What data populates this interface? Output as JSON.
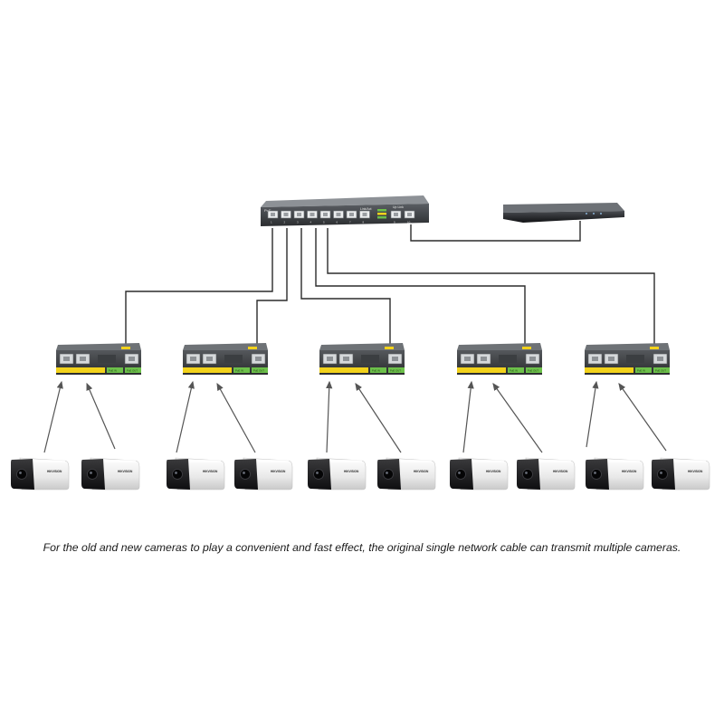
{
  "main_switch": {
    "poe_label": "PoE",
    "link_label": "Link/Act",
    "uplink_label": "Up Link",
    "port_labels": [
      "1",
      "2",
      "3",
      "4",
      "5",
      "6",
      "7",
      "8",
      "9",
      "10"
    ],
    "led_labels": [
      "PWR",
      "LINK",
      "POE"
    ]
  },
  "nvr": {
    "led_count": 3
  },
  "extenders": {
    "count": 5,
    "labels": [
      "PoE IN",
      "PoE OUT"
    ]
  },
  "cameras": {
    "count": 10,
    "brand_text": "HIKVISION"
  },
  "colors": {
    "cable": "#2b2b2b",
    "arrow": "#555555",
    "extender_body": "#2a2c2e",
    "extender_yellow": "#f2d21b",
    "extender_green": "#6cc04a",
    "camera_body": "#f1f1f1",
    "camera_front": "#1d1d1f",
    "switch_body": "#2e3033"
  },
  "caption": "For the old and new cameras to play a convenient and fast effect, the original single network cable can transmit multiple cameras."
}
